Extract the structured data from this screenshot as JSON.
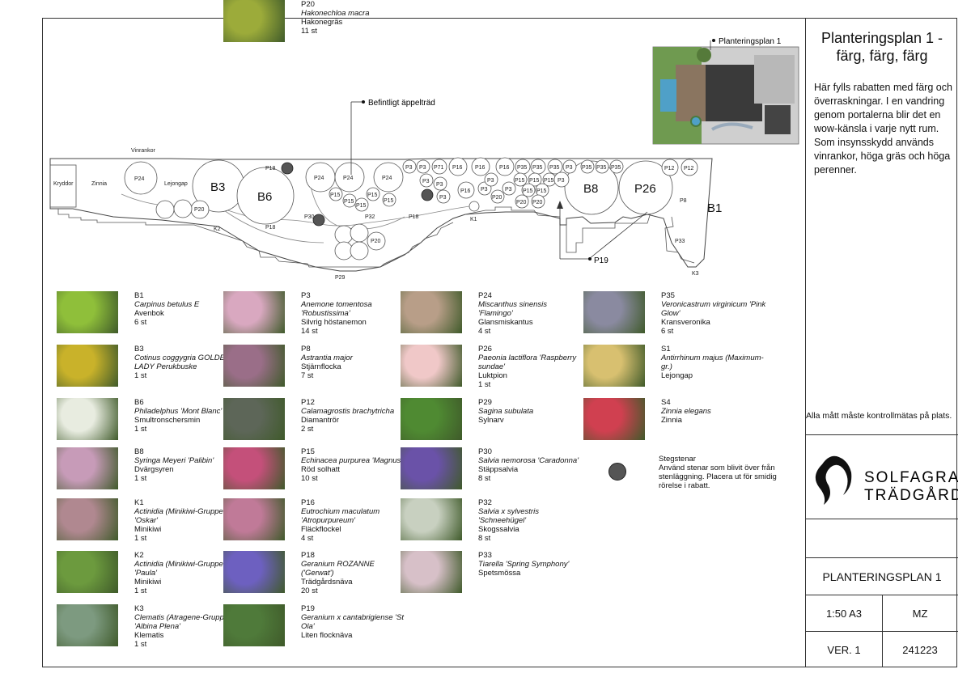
{
  "sheet": {
    "title": "Planteringsplan 1 - färg, färg, färg",
    "description": "Här fylls rabatten med färg och överraskningar. I en vandring genom portalerna blir det en wow-känsla i varje nytt rum. Som insynsskydd används vinrankor, höga gräs och höga perenner.",
    "note": "Alla mått måste kontrollmätas på plats.",
    "logo_line1": "SOLFAGRA",
    "logo_line2": "TRÄDGÅRD",
    "plan_name": "PLANTERINGSPLAN 1",
    "scale": "1:50 A3",
    "author": "MZ",
    "version": "VER. 1",
    "date": "241223"
  },
  "map": {
    "inset_label": "Planteringsplan 1",
    "apple_tree_label": "Befintligt äppelträd",
    "p19_label": "P19",
    "labels": {
      "vinrankor": "Vinrankor",
      "kryddor": "Kryddor",
      "zinnia": "Zinnia",
      "lejongap": "Lejongap",
      "b1": "B1",
      "b3": "B3",
      "b6": "B6",
      "b8": "B8",
      "p26": "P26",
      "p8": "P8",
      "p33": "P33",
      "k1": "K1",
      "k2": "K2",
      "k3": "K3",
      "p18": "P18",
      "p29": "P29",
      "p30": "P30",
      "p32": "P32",
      "p20": "P20",
      "p24": "P24",
      "p3": "P3",
      "p12": "P12",
      "p15": "P15",
      "p16": "P16",
      "p35": "P35",
      "p71": "P71"
    }
  },
  "plants": [
    {
      "code": "B1",
      "latin": "Carpinus betulus E",
      "name": "Avenbok",
      "count": "6 st",
      "color": "#8fbf3a"
    },
    {
      "code": "B3",
      "latin": "Cotinus coggygria GOLDEN LADY Perukbuske",
      "name": "",
      "count": "1 st",
      "color": "#c9b22a"
    },
    {
      "code": "B6",
      "latin": "Philadelphus 'Mont Blanc'",
      "name": "Smultronschersmin",
      "count": "1 st",
      "color": "#e8ece0"
    },
    {
      "code": "B8",
      "latin": "Syringa Meyeri 'Palibin'",
      "name": "Dvärgsyren",
      "count": "1 st",
      "color": "#c79bb8"
    },
    {
      "code": "K1",
      "latin": "Actinidia (Minikiwi-Gruppen) 'Oskar'",
      "name": "Minikiwi",
      "count": "1 st",
      "color": "#b08890"
    },
    {
      "code": "K2",
      "latin": "Actinidia (Minikiwi-Gruppen) 'Paula'",
      "name": "Minikiwi",
      "count": "1 st",
      "color": "#6c9a3e"
    },
    {
      "code": "K3",
      "latin": "Clematis (Atragene-Gruppen) 'Albina Plena'",
      "name": "Klematis",
      "count": "1 st",
      "color": "#7d9a80"
    },
    {
      "code": "P3",
      "latin": "Anemone tomentosa 'Robustissima'",
      "name": "Silvrig höstanemon",
      "count": "14 st",
      "color": "#d9a8c0"
    },
    {
      "code": "P8",
      "latin": "Astrantia major",
      "name": "Stjärnflocka",
      "count": "7 st",
      "color": "#9a6e88"
    },
    {
      "code": "P12",
      "latin": "Calamagrostis brachytricha",
      "name": "Diamantrör",
      "count": "2 st",
      "color": "#5d6658"
    },
    {
      "code": "P15",
      "latin": "Echinacea purpurea 'Magnus'",
      "name": "Röd solhatt",
      "count": "10 st",
      "color": "#c4507a"
    },
    {
      "code": "P16",
      "latin": "Eutrochium maculatum 'Atropurpureum'",
      "name": "Fläckflockel",
      "count": "4 st",
      "color": "#c07a98"
    },
    {
      "code": "P18",
      "latin": "Geranium ROZANNE ('Gerwat')",
      "name": "Trädgårdsnäva",
      "count": "20 st",
      "color": "#6d60c0"
    },
    {
      "code": "P19",
      "latin": "Geranium x cantabrigiense 'St Ola'",
      "name": "Liten flocknäva",
      "count": "",
      "color": "#4f7a3a"
    },
    {
      "code": "P20",
      "latin": "Hakonechloa macra",
      "name": "Hakonegräs",
      "count": "11 st",
      "color": "#9cab3a"
    },
    {
      "code": "P24",
      "latin": "Miscanthus sinensis 'Flamingo'",
      "name": "Glansmiskantus",
      "count": "4 st",
      "color": "#b89e88"
    },
    {
      "code": "P26",
      "latin": "Paeonia lactiflora 'Raspberry sundae'",
      "name": "Luktpion",
      "count": "1 st",
      "color": "#f0c8c8"
    },
    {
      "code": "P29",
      "latin": "Sagina subulata",
      "name": "Sylnarv",
      "count": "",
      "color": "#4f8a32"
    },
    {
      "code": "P30",
      "latin": "Salvia nemorosa 'Caradonna'",
      "name": "Stäppsalvia",
      "count": "8 st",
      "color": "#6a52a8"
    },
    {
      "code": "P32",
      "latin": "Salvia x sylvestris 'Schneehügel'",
      "name": "Skogssalvia",
      "count": "8 st",
      "color": "#c8d0c0"
    },
    {
      "code": "P33",
      "latin": "Tiarella 'Spring Symphony'",
      "name": "Spetsmössa",
      "count": "",
      "color": "#d7c0c8"
    },
    {
      "code": "P35",
      "latin": "Veronicastrum virginicum 'Pink Glow'",
      "name": "Kransveronika",
      "count": "6 st",
      "color": "#8a8aa0"
    },
    {
      "code": "S1",
      "latin": "Antirrhinum majus (Maximum-gr.)",
      "name": "Lejongap",
      "count": "",
      "color": "#d8c070"
    },
    {
      "code": "S4",
      "latin": "Zinnia elegans",
      "name": "Zinnia",
      "count": "",
      "color": "#d04050"
    }
  ],
  "stone_legend": {
    "title": "Stegstenar",
    "text": "Använd stenar som blivit över från stenläggning. Placera ut för smidig rörelse i rabatt."
  }
}
